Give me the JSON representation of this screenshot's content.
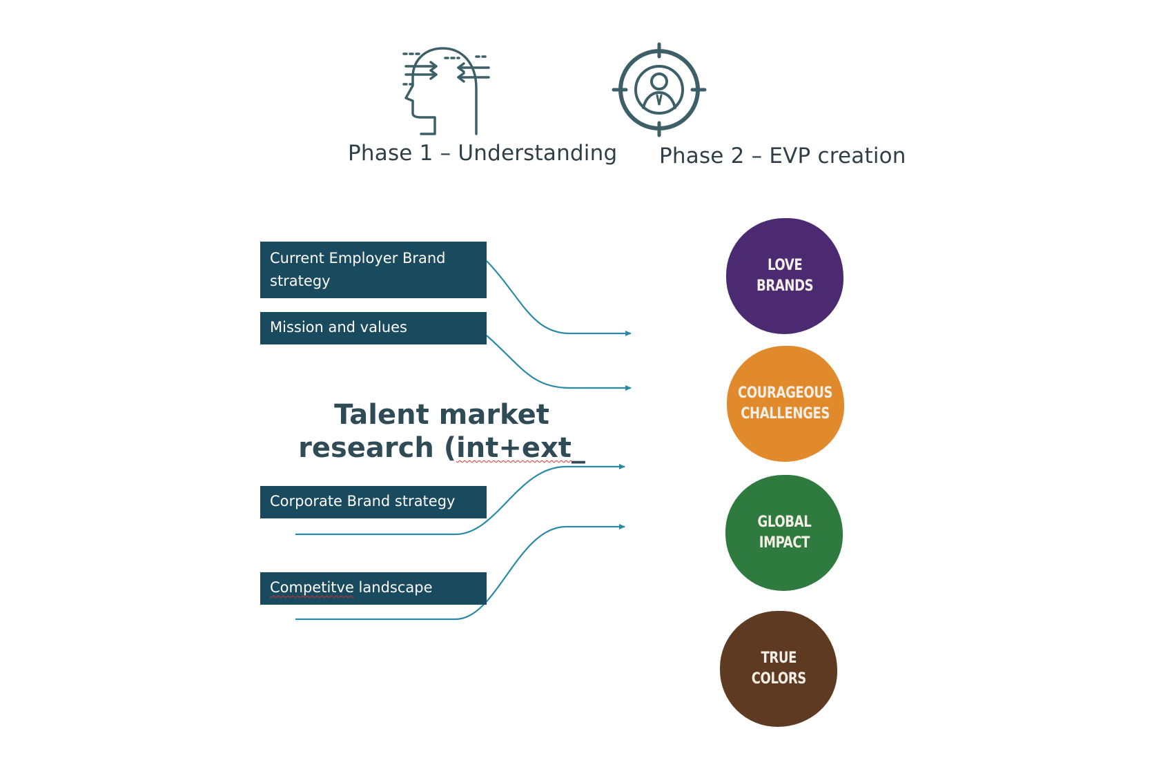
{
  "phases": [
    {
      "label": "Phase 1 – Understanding",
      "icon": "head-arrows-icon"
    },
    {
      "label": "Phase 2 – EVP creation",
      "icon": "target-person-icon"
    }
  ],
  "inputs": {
    "employer_brand": {
      "line1": "Current Employer Brand",
      "line2": "strategy"
    },
    "mission": "Mission and values",
    "research_line1": "Talent market",
    "research_line2_a": "research (",
    "research_line2_b": "int+ext",
    "research_line2_c": "_",
    "corporate": "Corporate Brand strategy",
    "competitive_a": "Competitve",
    "competitive_b": " landscape"
  },
  "pillars": [
    {
      "label": "LOVE\nBRANDS",
      "color": "#4b2a72"
    },
    {
      "label": "COURAGEOUS\nCHALLENGES",
      "color": "#e08a2c"
    },
    {
      "label": "GLOBAL\nIMPACT",
      "color": "#2f7a3e"
    },
    {
      "label": "TRUE\nCOLORS",
      "color": "#5e3a22"
    }
  ],
  "colors": {
    "box": "#1a4a5e",
    "connector": "#2a8aa6",
    "icon": "#3d5f68",
    "text": "#2f3f47"
  }
}
